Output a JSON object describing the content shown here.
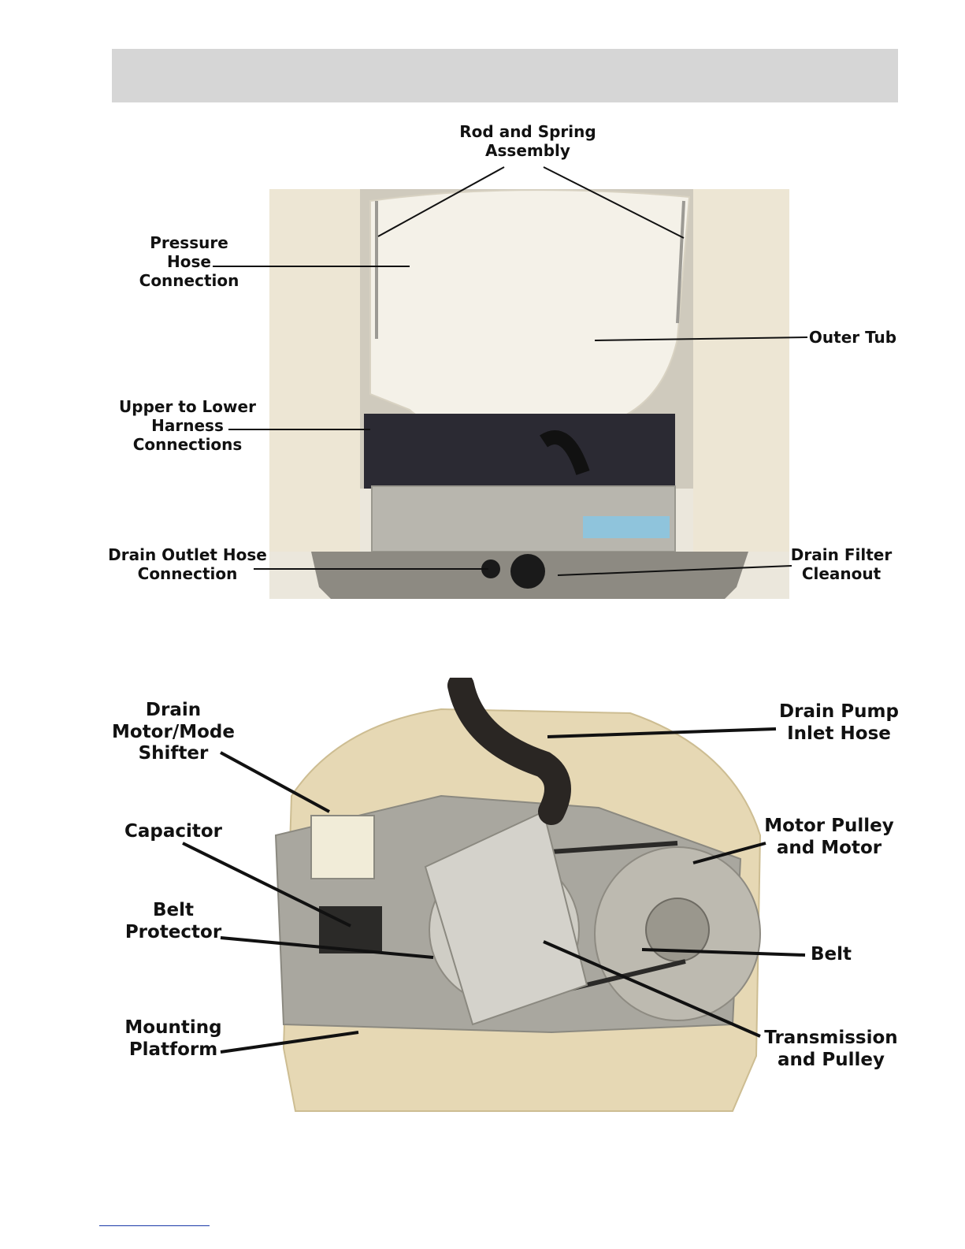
{
  "figure1": {
    "labels": {
      "rod_spring": "Rod and Spring\nAssembly",
      "pressure_hose": "Pressure\nHose\nConnection",
      "outer_tub": "Outer Tub",
      "harness": "Upper to Lower\nHarness\nConnections",
      "drain_outlet": "Drain Outlet Hose\nConnection",
      "drain_filter": "Drain Filter\nCleanout"
    }
  },
  "figure2": {
    "labels": {
      "drain_motor": "Drain\nMotor/Mode\nShifter",
      "drain_pump_hose": "Drain Pump\nInlet Hose",
      "capacitor": "Capacitor",
      "motor_pulley": "Motor Pulley\nand Motor",
      "belt_protector": "Belt\nProtector",
      "belt": "Belt",
      "mounting_platform": "Mounting\nPlatform",
      "transmission": "Transmission\nand Pulley"
    }
  },
  "colors": {
    "header": "#d6d6d6",
    "cabinet": "#ede6d4",
    "tub": "#f3f0e6",
    "base": "#8d8a82",
    "platform": "#a9a79f",
    "plastic": "#e6d8b4",
    "hose": "#2a2623",
    "footer_link": "#1a3aa8"
  }
}
